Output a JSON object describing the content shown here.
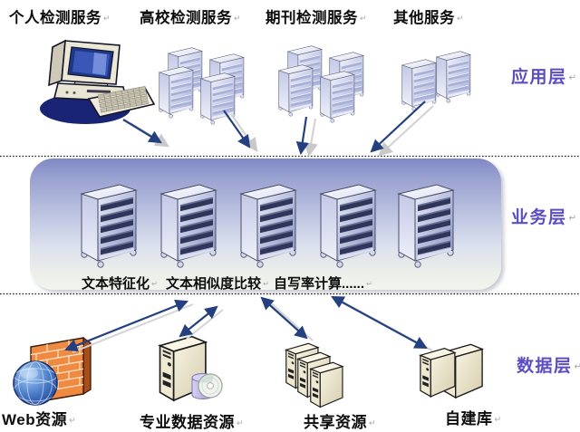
{
  "app_layer": {
    "label": "应用层",
    "services": [
      {
        "name": "个人检测服务",
        "icon": "desktop-pc-icon"
      },
      {
        "name": "高校检测服务",
        "icon": "server-cluster-4-icon"
      },
      {
        "name": "期刊检测服务",
        "icon": "server-cluster-4-icon"
      },
      {
        "name": "其他服务",
        "icon": "server-cluster-2-icon"
      }
    ]
  },
  "business_layer": {
    "label": "业务层",
    "server_count": 5,
    "functions": [
      "文本特征化",
      "文本相似度比较",
      "自写率计算......"
    ]
  },
  "data_layer": {
    "label": "数据层",
    "sources": [
      {
        "name": "Web资源",
        "icon": "firewall-globe-icon"
      },
      {
        "name": "专业数据资源",
        "icon": "database-server-icon"
      },
      {
        "name": "共享资源",
        "icon": "tower-group-3-icon"
      },
      {
        "name": "自建库",
        "icon": "tower-group-2-icon"
      }
    ]
  },
  "colors": {
    "layer_label": "#5b4ec2",
    "arrow": "#24407e",
    "band_top": "#7f88c4",
    "band_bottom": "#f2f5ee",
    "wall_orange": "#ef8a42",
    "tower_beige": "#f2edda"
  }
}
